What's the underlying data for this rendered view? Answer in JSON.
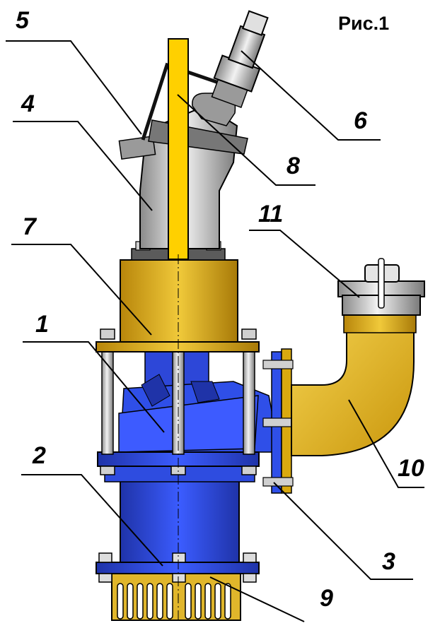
{
  "figure": {
    "title": "Рис.1"
  },
  "callouts": [
    {
      "id": "1",
      "label": "1"
    },
    {
      "id": "2",
      "label": "2"
    },
    {
      "id": "3",
      "label": "3"
    },
    {
      "id": "4",
      "label": "4"
    },
    {
      "id": "5",
      "label": "5"
    },
    {
      "id": "6",
      "label": "6"
    },
    {
      "id": "7",
      "label": "7"
    },
    {
      "id": "8",
      "label": "8"
    },
    {
      "id": "9",
      "label": "9"
    },
    {
      "id": "10",
      "label": "10"
    },
    {
      "id": "11",
      "label": "11"
    }
  ],
  "colors": {
    "blue": "#2f4fe8",
    "blue_dark": "#1f33a8",
    "gold": "#d9a90f",
    "gold_light": "#f2d04a",
    "yellow": "#ffd000",
    "steel": "#c9c9c9",
    "steel_dark": "#7d7d7d"
  }
}
